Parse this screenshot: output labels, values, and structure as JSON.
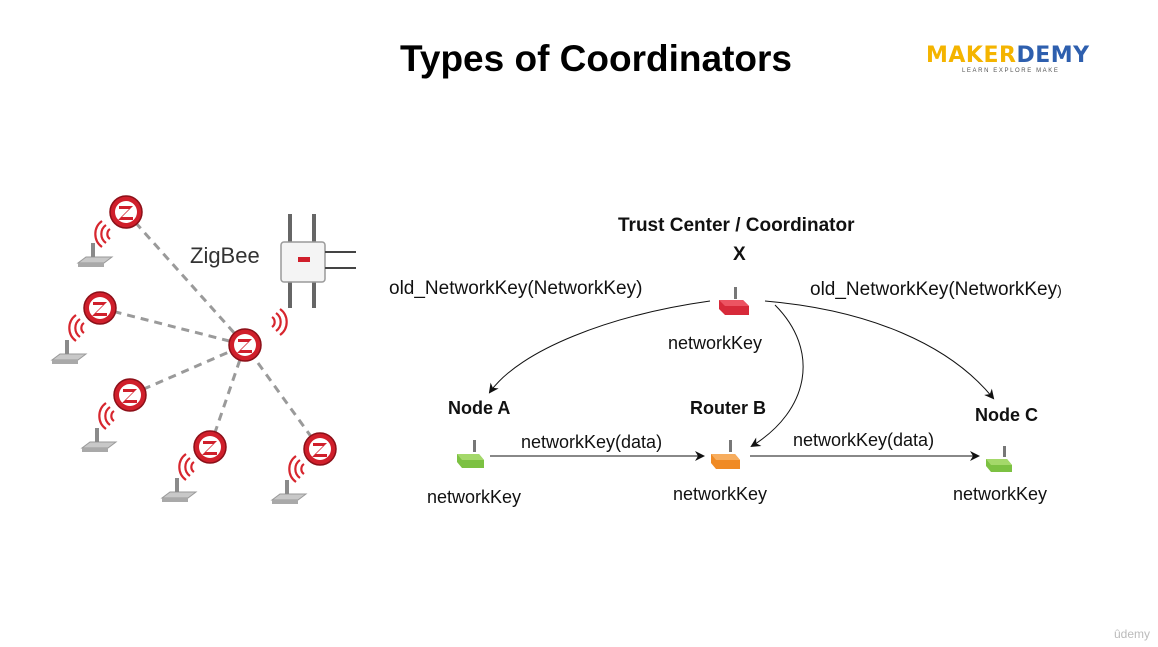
{
  "slide": {
    "title": "Types of Coordinators",
    "watermark": "ûdemy"
  },
  "logo": {
    "text_y": "MAKER",
    "text_b": "DEMY",
    "tagline": "LEARN EXPLORE MAKE",
    "colors": {
      "yellow": "#f4b400",
      "blue": "#2e5fae"
    }
  },
  "zigbee_network": {
    "label": "ZigBee",
    "icon": "zigbee-z-icon",
    "colors": {
      "zigbee_red": "#d01f2b",
      "link": "#9a9a9a",
      "signal": "#d7262e"
    }
  },
  "diagram": {
    "coordinator": {
      "title": "Trust Center / Coordinator",
      "mark": "X",
      "key_label": "networkKey",
      "color": "#d72a3a"
    },
    "edges": {
      "to_node_a": "old_NetworkKey(NetworkKey)",
      "to_node_c_main": "old_NetworkKey(NetworkKey",
      "to_node_c_paren": ")",
      "a_to_b": "networkKey(data)",
      "b_to_c": "networkKey(data)"
    },
    "nodes": [
      {
        "name": "Node A",
        "key_label": "networkKey",
        "color": "#7cc142"
      },
      {
        "name": "Router B",
        "key_label": "networkKey",
        "color": "#f08a24"
      },
      {
        "name": "Node C",
        "key_label": "networkKey",
        "color": "#7cc142"
      }
    ]
  }
}
